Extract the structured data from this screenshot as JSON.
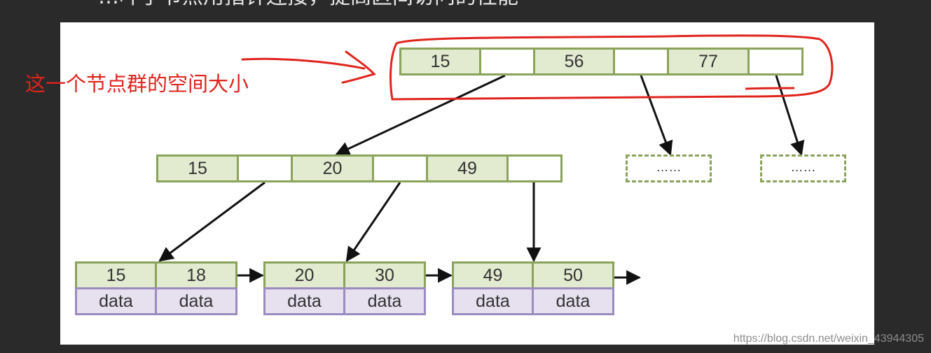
{
  "slide": {
    "top_text_partial": "…叶子节点用指针连接，提高区间访问的性能"
  },
  "annotation": {
    "label": "这一个节点群的空间大小",
    "color": "#e0231c"
  },
  "tree": {
    "root": [
      "15",
      "56",
      "77"
    ],
    "internal": [
      "15",
      "20",
      "49"
    ],
    "placeholder": "……",
    "leaves": [
      {
        "keys": [
          "15",
          "18"
        ],
        "data": [
          "data",
          "data"
        ]
      },
      {
        "keys": [
          "20",
          "30"
        ],
        "data": [
          "data",
          "data"
        ]
      },
      {
        "keys": [
          "49",
          "50"
        ],
        "data": [
          "data",
          "data"
        ]
      }
    ],
    "colors": {
      "key_fill": "#e2ead0",
      "key_border": "#8aa35a",
      "data_fill": "#e6e0ef",
      "data_border": "#9b8bbf"
    }
  },
  "watermark": "https://blog.csdn.net/weixin_43944305"
}
